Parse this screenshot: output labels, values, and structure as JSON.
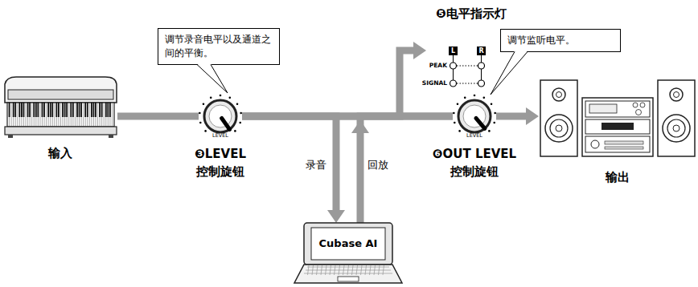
{
  "diagram": {
    "nodes": [
      {
        "text": [
          "输入"
        ]
      },
      {
        "text": [
          "调节录音电平以及通道之间的平衡。"
        ]
      },
      {
        "text": [
          "LEVEL",
          "❸LEVEL 控制旋钮"
        ]
      },
      {
        "text": [
          "Cubase AI"
        ]
      },
      {
        "text": [
          "❺电平指示灯",
          "L",
          "R",
          "PEAK",
          "SIGNAL"
        ]
      },
      {
        "text": [
          "调节监听电平。"
        ]
      },
      {
        "text": [
          "LEVEL",
          "❻OUT LEVEL 控制旋钮"
        ]
      },
      {
        "text": [
          "输出"
        ]
      }
    ],
    "edges": [
      {
        "from": 0,
        "to": 2,
        "arrow": "none"
      },
      {
        "from": 2,
        "to": 3,
        "label": "录音",
        "arrow": "to"
      },
      {
        "from": 3,
        "to": 6,
        "label": "回放",
        "arrow": "to"
      },
      {
        "from": 2,
        "to": 4,
        "arrow": "to"
      },
      {
        "from": 2,
        "to": 6,
        "arrow": "none"
      },
      {
        "from": 6,
        "to": 7,
        "arrow": "to"
      }
    ]
  }
}
